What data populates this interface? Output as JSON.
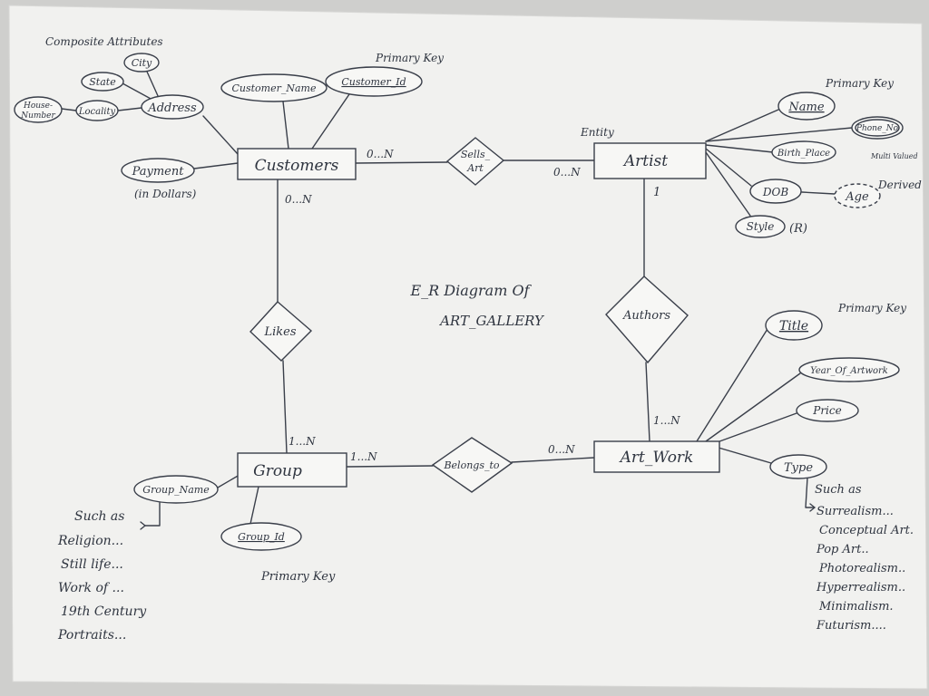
{
  "diagram": {
    "title_line1": "E_R Diagram Of",
    "title_line2": "ART_GALLERY",
    "notes": {
      "composite": "Composite Attributes",
      "pk_customers": "Primary Key",
      "pk_artist": "Primary Key",
      "pk_artwork": "Primary Key",
      "pk_group": "Primary Key",
      "entity": "Entity",
      "multivalued": "Multi Valued",
      "derived": "Derived",
      "in_dollars": "(in Dollars)",
      "such_as_group": "Such as",
      "such_as_type": "Such as"
    },
    "entities": {
      "customers": "Customers",
      "artist": "Artist",
      "group": "Group",
      "artwork": "Art_Work"
    },
    "relationships": {
      "sells_art_1": "Sells_",
      "sells_art_2": "Art",
      "likes": "Likes",
      "authors": "Authors",
      "belongs_to": "Belongs_to"
    },
    "cardinalities": {
      "customers_sells": "0...N",
      "artist_sells": "0...N",
      "customers_likes": "0...N",
      "group_likes": "1...N",
      "artist_authors": "1",
      "artwork_authors": "1...N",
      "group_belongs": "1...N",
      "artwork_belongs": "0...N"
    },
    "attributes": {
      "city": "City",
      "state": "State",
      "house_1": "House-",
      "house_2": "Number",
      "locality": "Locality",
      "address": "Address",
      "customer_name": "Customer_Name",
      "customer_id": "Customer_Id",
      "payment": "Payment",
      "name": "Name",
      "phone": "Phone_No",
      "birth_place": "Birth_Place",
      "dob": "DOB",
      "age": "Age",
      "style": "Style",
      "style_r": "(R)",
      "title": "Title",
      "year_of_artwork": "Year_Of_Artwork",
      "price": "Price",
      "type": "Type",
      "group_name": "Group_Name",
      "group_id": "Group_Id"
    },
    "group_examples": [
      "Religion...",
      "Still life...",
      "Work of ...",
      "19th Century",
      "Portraits..."
    ],
    "type_examples": [
      "Surrealism...",
      "Conceptual Art.",
      "Pop Art..",
      "Photorealism..",
      "Hyperrealism..",
      "Minimalism.",
      "Futurism...."
    ]
  }
}
